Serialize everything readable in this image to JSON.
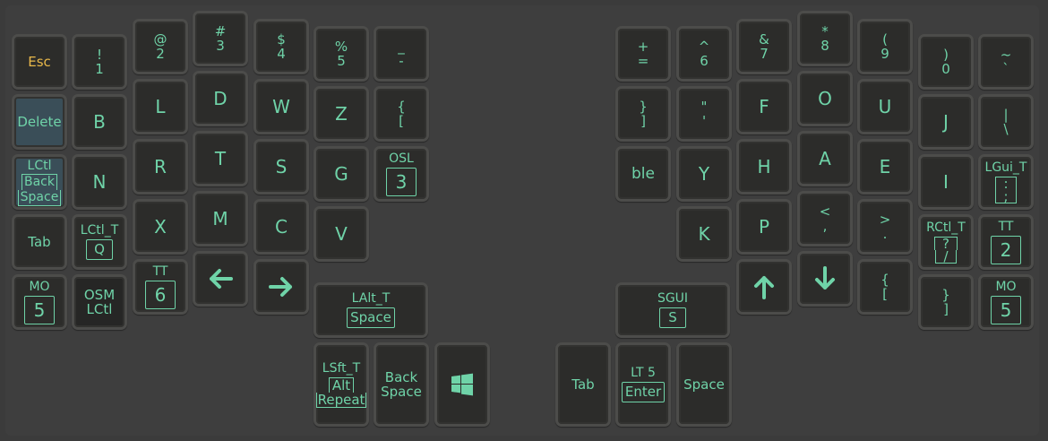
{
  "colors": {
    "background": "#3e3e3e",
    "key_face": "#2c2c2a",
    "key_border": "#4c4c4a",
    "legend": "#6fd3a8",
    "esc_legend": "#e8b84a",
    "mod_key": "#3a4e58"
  },
  "left": {
    "esc": "Esc",
    "k1": {
      "top": "!",
      "bottom": "1"
    },
    "k2": {
      "top": "@",
      "bottom": "2"
    },
    "k3": {
      "top": "#",
      "bottom": "3"
    },
    "k4": {
      "top": "$",
      "bottom": "4"
    },
    "k5": {
      "top": "%",
      "bottom": "5"
    },
    "minus": {
      "top": "_",
      "bottom": "-"
    },
    "delete": "Delete",
    "b": "B",
    "l": "L",
    "d": "D",
    "w": "W",
    "z": "Z",
    "lbrace": {
      "top": "{",
      "bottom": "["
    },
    "lctl_bksp": {
      "line1": "LCtl",
      "line2": "Back",
      "line3": "Space"
    },
    "n": "N",
    "r": "R",
    "t": "T",
    "s": "S",
    "g": "G",
    "osl": {
      "hold": "OSL",
      "tap": "3"
    },
    "tab": "Tab",
    "lctl_q": {
      "hold": "LCtl_T",
      "tap": "Q"
    },
    "x": "X",
    "m": "M",
    "c": "C",
    "v": "V",
    "mo5": {
      "hold": "MO",
      "tap": "5"
    },
    "osm": {
      "line1": "OSM",
      "line2": "LCtl"
    },
    "tt6": {
      "hold": "TT",
      "tap": "6"
    },
    "lalt_space": {
      "hold": "LAlt_T",
      "tap": "Space"
    },
    "lsft_alt": {
      "hold": "LSft_T",
      "tap1": "Alt",
      "tap2": "Repeat"
    },
    "backspace": {
      "line1": "Back",
      "line2": "Space"
    },
    "win_icon": "windows-logo-icon",
    "left_arrow_icon": "arrow-left-icon",
    "right_arrow_icon": "arrow-right-icon"
  },
  "right": {
    "plus": {
      "top": "+",
      "bottom": "="
    },
    "k6": {
      "top": "^",
      "bottom": "6"
    },
    "k7": {
      "top": "&",
      "bottom": "7"
    },
    "k8": {
      "top": "*",
      "bottom": "8"
    },
    "k9": {
      "top": "(",
      "bottom": "9"
    },
    "k0": {
      "top": ")",
      "bottom": "0"
    },
    "tilde": {
      "top": "~",
      "bottom": "`"
    },
    "rbrace": {
      "top": "}",
      "bottom": "]"
    },
    "quote": {
      "top": "\"",
      "bottom": "'"
    },
    "f": "F",
    "o": "O",
    "u": "U",
    "j": "J",
    "pipe": {
      "top": "|",
      "bottom": "\\"
    },
    "ble": "ble",
    "y": "Y",
    "h": "H",
    "a": "A",
    "e": "E",
    "i": "I",
    "lgui_colon": {
      "hold": "LGui_T",
      "top": ":",
      "bottom": ";"
    },
    "k": "K",
    "p": "P",
    "lt": {
      "top": "<",
      "bottom": ","
    },
    "gt": {
      "top": ">",
      "bottom": "."
    },
    "rctl_slash": {
      "hold": "RCtl_T",
      "top": "?",
      "bottom": "/"
    },
    "tt2": {
      "hold": "TT",
      "tap": "2"
    },
    "sgui_s": {
      "hold": "SGUI",
      "tap": "S"
    },
    "lbrace2": {
      "top": "{",
      "bottom": "["
    },
    "rbrace2": {
      "top": "}",
      "bottom": "]"
    },
    "mo5": {
      "hold": "MO",
      "tap": "5"
    },
    "tab": "Tab",
    "lt5": {
      "hold": "LT 5",
      "tap": "Enter"
    },
    "space": "Space",
    "up_icon": "arrow-up-icon",
    "down_icon": "arrow-down-icon"
  }
}
